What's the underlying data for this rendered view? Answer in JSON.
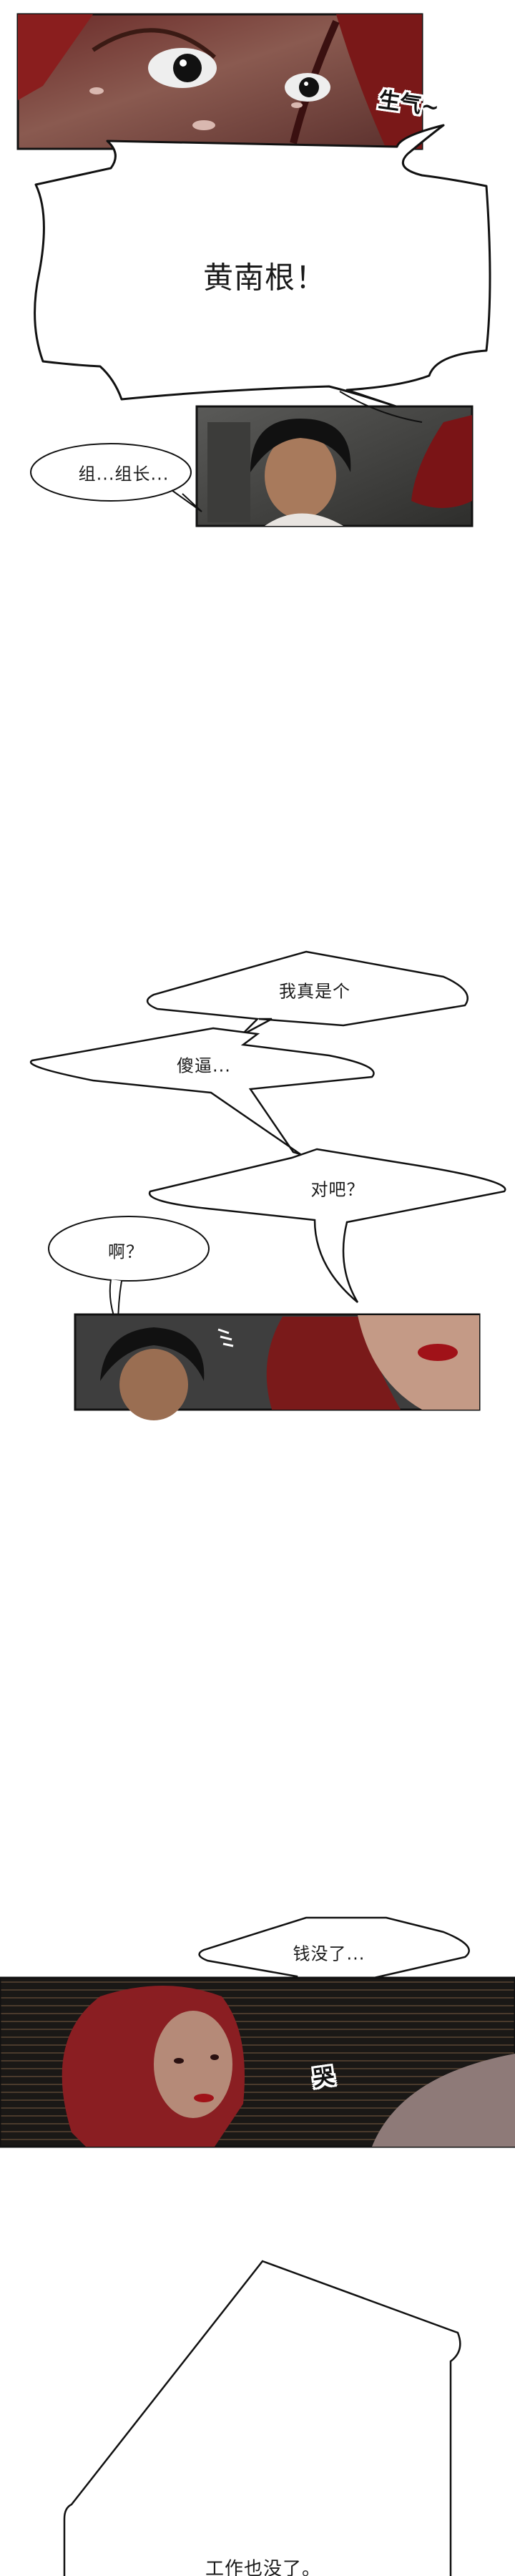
{
  "panels": [
    {
      "id": "panel-1",
      "description_colors": {
        "skin": "#7a4a42",
        "hair": "#8a1e1e"
      }
    },
    {
      "id": "panel-2",
      "description_colors": {
        "bg": "#4a4a48",
        "hair": "#111111"
      }
    },
    {
      "id": "panel-3",
      "description_colors": {
        "bg": "#3e3e3e",
        "hair": "#7a1a1a"
      }
    },
    {
      "id": "panel-4",
      "description_colors": {
        "bg": "#1c1a18",
        "hair": "#8a1e22"
      }
    }
  ],
  "sfx": {
    "angry": "生气~",
    "cry": "哭"
  },
  "dialogue": {
    "shout_name": "黄南根！",
    "leader": "组...组长...",
    "i_really_am": "我真是个",
    "idiot": "傻逼...",
    "right": "对吧？",
    "huh": "啊？",
    "money_gone": "钱没了...",
    "job_gone": "工作也没了。"
  }
}
